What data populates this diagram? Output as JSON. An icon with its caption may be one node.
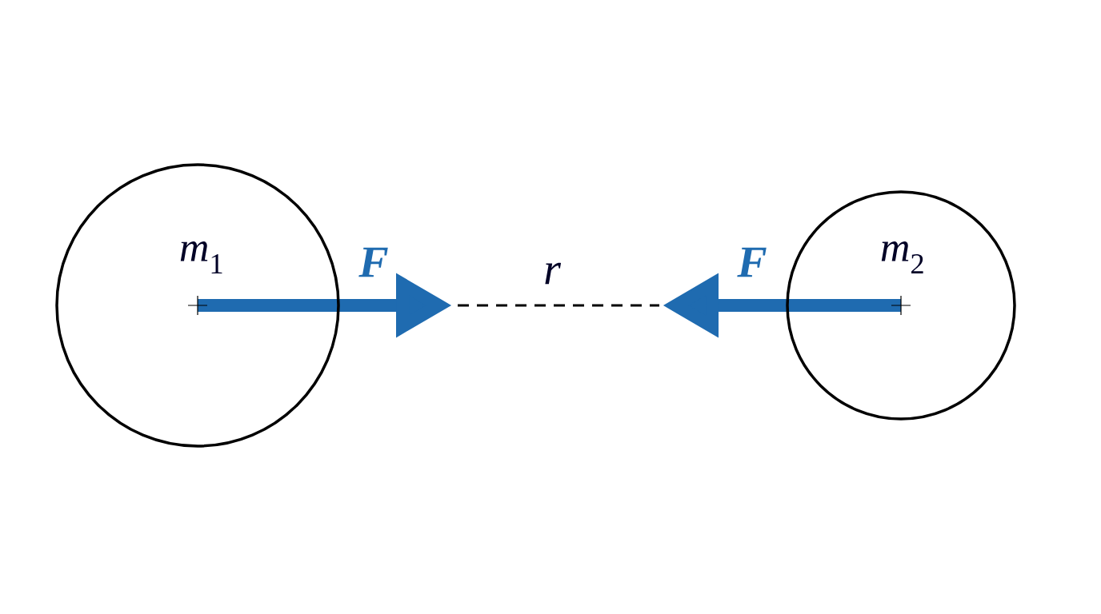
{
  "diagram": {
    "nodes": [
      {
        "text": [
          "*m*$_{1}$"
        ]
      },
      {
        "text": [
          "*m*$_{2}$"
        ]
      }
    ],
    "labels": [
      "F",
      "r",
      "F"
    ]
  }
}
